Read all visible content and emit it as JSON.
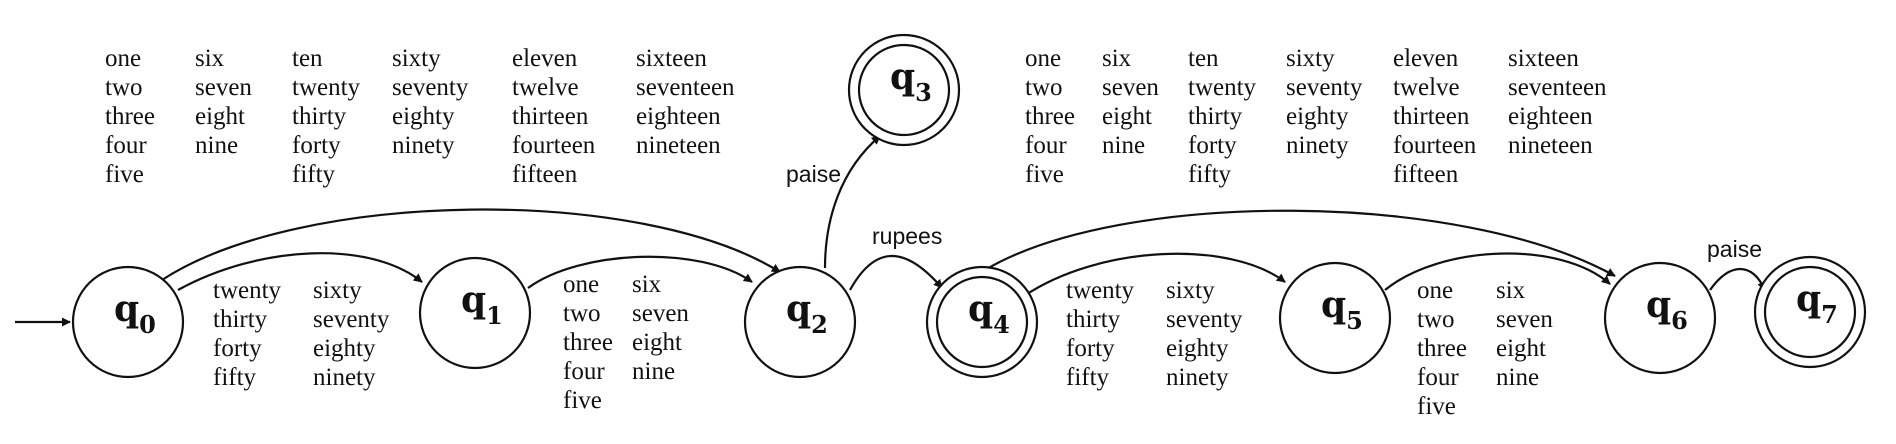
{
  "states": [
    {
      "id": "q0",
      "base": "q",
      "sub": "0"
    },
    {
      "id": "q1",
      "base": "q",
      "sub": "1"
    },
    {
      "id": "q2",
      "base": "q",
      "sub": "2"
    },
    {
      "id": "q3",
      "base": "q",
      "sub": "3"
    },
    {
      "id": "q4",
      "base": "q",
      "sub": "4"
    },
    {
      "id": "q5",
      "base": "q",
      "sub": "5"
    },
    {
      "id": "q6",
      "base": "q",
      "sub": "6"
    },
    {
      "id": "q7",
      "base": "q",
      "sub": "7"
    }
  ],
  "edge_labels": {
    "q2_q3": "paise",
    "q2_q4": "rupees",
    "q6_q7": "paise"
  },
  "word_groups": {
    "g1": {
      "cols": [
        [
          "one",
          "two",
          "three",
          "four",
          "five"
        ],
        [
          "six",
          "seven",
          "eight",
          "nine"
        ],
        [
          "ten",
          "twenty",
          "thirty",
          "forty",
          "fifty"
        ],
        [
          "sixty",
          "seventy",
          "eighty",
          "ninety"
        ],
        [
          "eleven",
          "twelve",
          "thirteen",
          "fourteen",
          "fifteen"
        ],
        [
          "sixteen",
          "seventeen",
          "eighteen",
          "nineteen"
        ]
      ]
    },
    "g2": {
      "cols": [
        [
          "twenty",
          "thirty",
          "forty",
          "fifty"
        ],
        [
          "sixty",
          "seventy",
          "eighty",
          "ninety"
        ]
      ]
    },
    "g3": {
      "cols": [
        [
          "one",
          "two",
          "three",
          "four",
          "five"
        ],
        [
          "six",
          "seven",
          "eight",
          "nine"
        ]
      ]
    },
    "g4": {
      "cols": [
        [
          "one",
          "two",
          "three",
          "four",
          "five"
        ],
        [
          "six",
          "seven",
          "eight",
          "nine"
        ],
        [
          "ten",
          "twenty",
          "thirty",
          "forty",
          "fifty"
        ],
        [
          "sixty",
          "seventy",
          "eighty",
          "ninety"
        ],
        [
          "eleven",
          "twelve",
          "thirteen",
          "fourteen",
          "fifteen"
        ],
        [
          "sixteen",
          "seventeen",
          "eighteen",
          "nineteen"
        ]
      ]
    },
    "g5": {
      "cols": [
        [
          "twenty",
          "thirty",
          "forty",
          "fifty"
        ],
        [
          "sixty",
          "seventy",
          "eighty",
          "ninety"
        ]
      ]
    },
    "g6": {
      "cols": [
        [
          "one",
          "two",
          "three",
          "four",
          "five"
        ],
        [
          "six",
          "seven",
          "eight",
          "nine"
        ]
      ]
    }
  }
}
